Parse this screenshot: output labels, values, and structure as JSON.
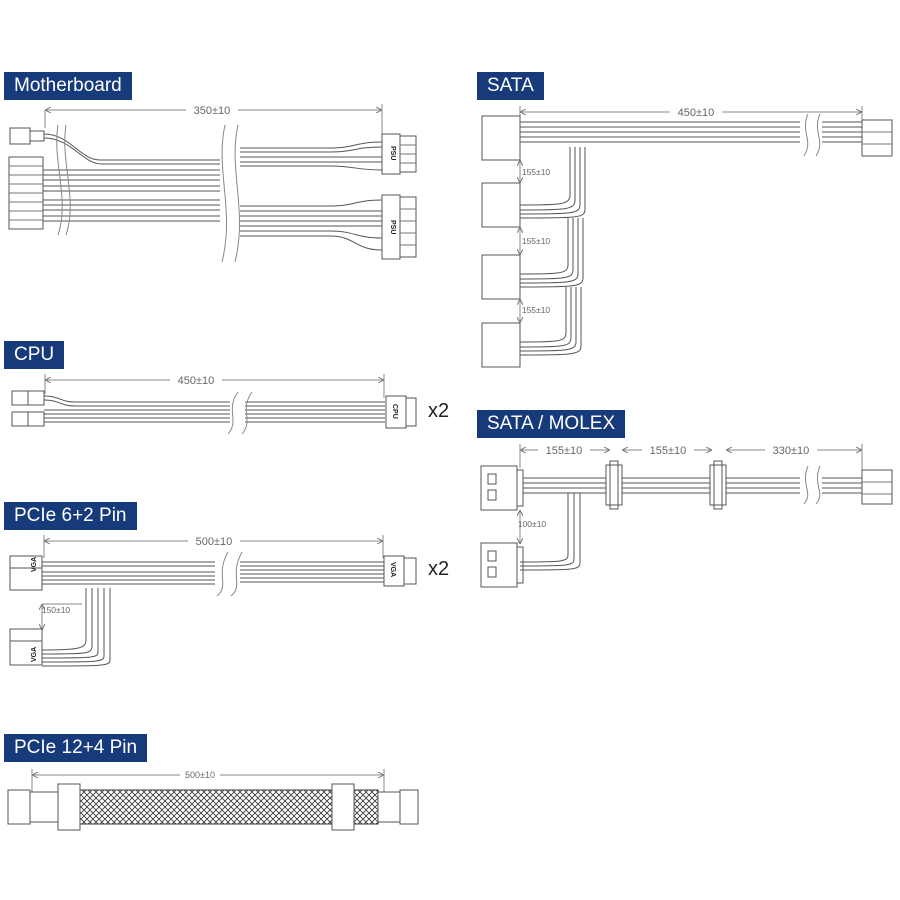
{
  "sections": {
    "motherboard": {
      "title": "Motherboard",
      "length": "350±10",
      "connector_label": "PSU"
    },
    "cpu": {
      "title": "CPU",
      "length": "450±10",
      "connector_label": "CPU",
      "multiplier": "x2"
    },
    "pcie62": {
      "title": "PCIe 6+2 Pin",
      "length": "500±10",
      "branch_length": "150±10",
      "connector_label": "VGA",
      "multiplier": "x2"
    },
    "pcie124": {
      "title": "PCIe 12+4 Pin",
      "length": "500±10"
    },
    "sata": {
      "title": "SATA",
      "length": "450±10",
      "segment_lengths": [
        "155±10",
        "155±10",
        "155±10"
      ]
    },
    "sata_molex": {
      "title": "SATA / MOLEX",
      "segment_lengths": [
        "155±10",
        "155±10",
        "330±10"
      ],
      "branch_length": "100±10"
    }
  },
  "colors": {
    "label_bg": "#173a7a",
    "label_text": "#ffffff",
    "line": "#555555"
  }
}
